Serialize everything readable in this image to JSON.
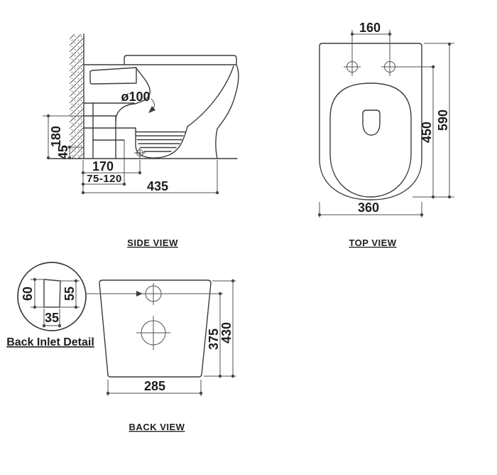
{
  "drawing": {
    "background": "#ffffff",
    "line_color": "#3c3c3c",
    "dim_line_color": "#505050",
    "text_color": "#1d1d1d",
    "views": {
      "side": {
        "label": "SIDE VIEW",
        "dims": {
          "outlet_pipe_diameter": "ø100",
          "outlet_pipe_height": "180",
          "outlet_offset_height": "45",
          "outlet_depth_from_wall": "170",
          "adjustable_range": "75-120",
          "total_depth": "435"
        }
      },
      "top": {
        "label": "TOP VIEW",
        "dims": {
          "seat_hole_spacing": "160",
          "seat_length": "450",
          "total_depth": "590",
          "total_width": "360"
        }
      },
      "back": {
        "label": "BACK VIEW",
        "dims": {
          "inlet_height": "375",
          "total_height": "430",
          "base_width": "285"
        }
      },
      "detail": {
        "label": "Back Inlet Detail",
        "dims": {
          "left_height": "60",
          "right_height": "55",
          "width": "35"
        }
      }
    }
  }
}
